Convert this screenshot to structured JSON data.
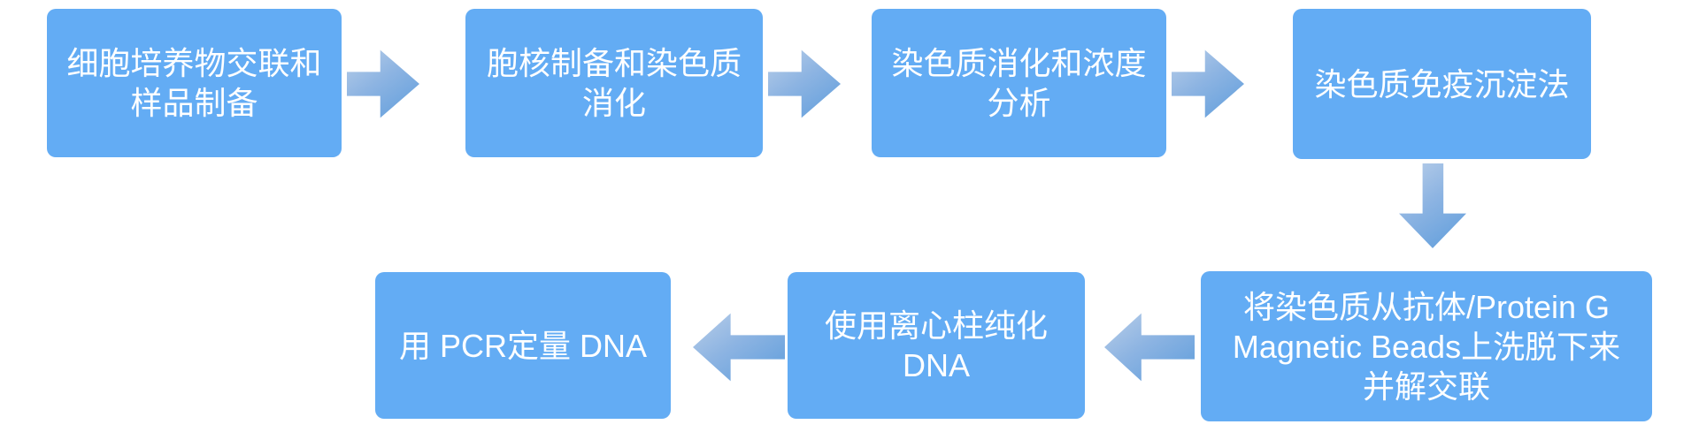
{
  "diagram": {
    "type": "flowchart",
    "background_color": "#ffffff",
    "box_fill_color": "#63acf4",
    "box_text_color": "#ffffff",
    "arrow_gradient_start": "#bacfe9",
    "arrow_gradient_end": "#5e9ddc",
    "steps": [
      {
        "id": 1,
        "lines": [
          "细胞培养物交联和",
          "样品制备"
        ]
      },
      {
        "id": 2,
        "lines": [
          "胞核制备和染色质",
          "消化"
        ]
      },
      {
        "id": 3,
        "lines": [
          "染色质消化和浓度",
          "分析"
        ]
      },
      {
        "id": 4,
        "lines": [
          "染色质免疫沉淀法"
        ]
      },
      {
        "id": 5,
        "lines": [
          "将染色质从抗体/Protein G",
          "Magnetic Beads上洗脱下来",
          "并解交联"
        ]
      },
      {
        "id": 6,
        "lines": [
          "使用离心柱纯化",
          "DNA"
        ]
      },
      {
        "id": 7,
        "lines": [
          "用 PCR定量 DNA"
        ]
      }
    ],
    "connections": [
      {
        "from": 1,
        "to": 2,
        "direction": "right"
      },
      {
        "from": 2,
        "to": 3,
        "direction": "right"
      },
      {
        "from": 3,
        "to": 4,
        "direction": "right"
      },
      {
        "from": 4,
        "to": 5,
        "direction": "down"
      },
      {
        "from": 5,
        "to": 6,
        "direction": "left"
      },
      {
        "from": 6,
        "to": 7,
        "direction": "left"
      }
    ]
  }
}
